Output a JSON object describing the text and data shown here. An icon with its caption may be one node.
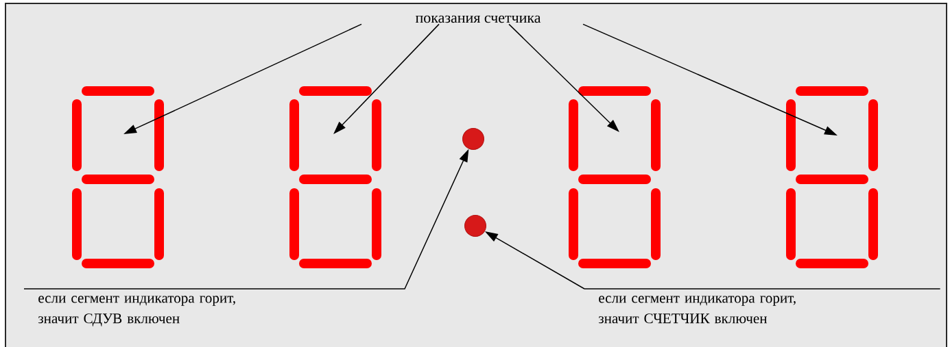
{
  "diagram": {
    "nodes": [
      {
        "text": [
          "показания счетчика"
        ]
      },
      {
        "text": [],
        "shape": "digit"
      },
      {
        "text": [],
        "shape": "digit"
      },
      {
        "text": [],
        "shape": "digit"
      },
      {
        "text": [],
        "shape": "digit"
      },
      {
        "text": [],
        "shape": "circle"
      },
      {
        "text": [],
        "shape": "circle"
      },
      {
        "text": [
          "если сегмент индикатора горит, значит СДУВ включен"
        ]
      },
      {
        "text": [
          "если сегмент индикатора горит, значит СЧЕТЧИК включен"
        ]
      }
    ],
    "edges": [
      {
        "from": 0,
        "to": 1,
        "arrow": "to"
      },
      {
        "from": 0,
        "to": 2,
        "arrow": "to"
      },
      {
        "from": 0,
        "to": 3,
        "arrow": "to"
      },
      {
        "from": 0,
        "to": 4,
        "arrow": "to"
      },
      {
        "from": 7,
        "to": 5,
        "arrow": "to"
      },
      {
        "from": 8,
        "to": 6,
        "arrow": "to"
      }
    ]
  }
}
